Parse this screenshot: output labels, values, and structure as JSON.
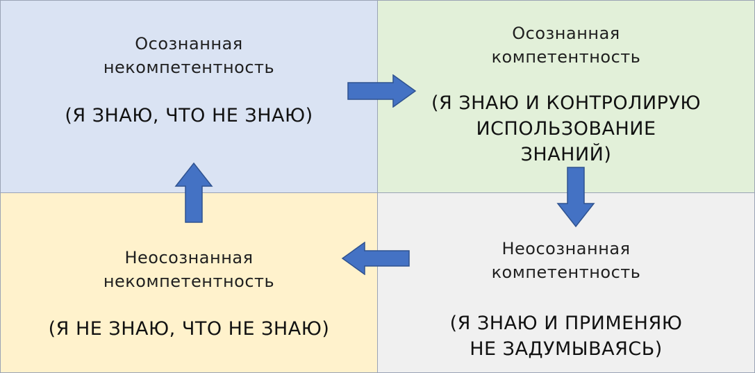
{
  "colors": {
    "top_left_fill": "#dae3f3",
    "top_right_fill": "#e2f0d9",
    "bottom_left_fill": "#fff2cc",
    "bottom_right_fill": "#f0f0f0",
    "arrow_fill": "#4472c4",
    "arrow_stroke": "#2f528f"
  },
  "quadrants": {
    "top_left": {
      "title": "Осознанная\nнекомпетентность",
      "subtitle": "(Я ЗНАЮ, ЧТО НЕ ЗНАЮ)"
    },
    "top_right": {
      "title": "Осознанная\nкомпетентность",
      "subtitle": "(Я ЗНАЮ И КОНТРОЛИРУЮ\nИСПОЛЬЗОВАНИЕ\nЗНАНИЙ)"
    },
    "bottom_left": {
      "title": "Неосознанная\nнекомпетентность",
      "subtitle": "(Я НЕ ЗНАЮ, ЧТО НЕ ЗНАЮ)"
    },
    "bottom_right": {
      "title": "Неосознанная\nкомпетентность",
      "subtitle": "(Я ЗНАЮ И ПРИМЕНЯЮ\nНЕ ЗАДУМЫВАЯСЬ)"
    }
  },
  "arrows": [
    {
      "name": "arrow-right",
      "direction": "right"
    },
    {
      "name": "arrow-down",
      "direction": "down"
    },
    {
      "name": "arrow-left",
      "direction": "left"
    },
    {
      "name": "arrow-up",
      "direction": "up"
    }
  ]
}
